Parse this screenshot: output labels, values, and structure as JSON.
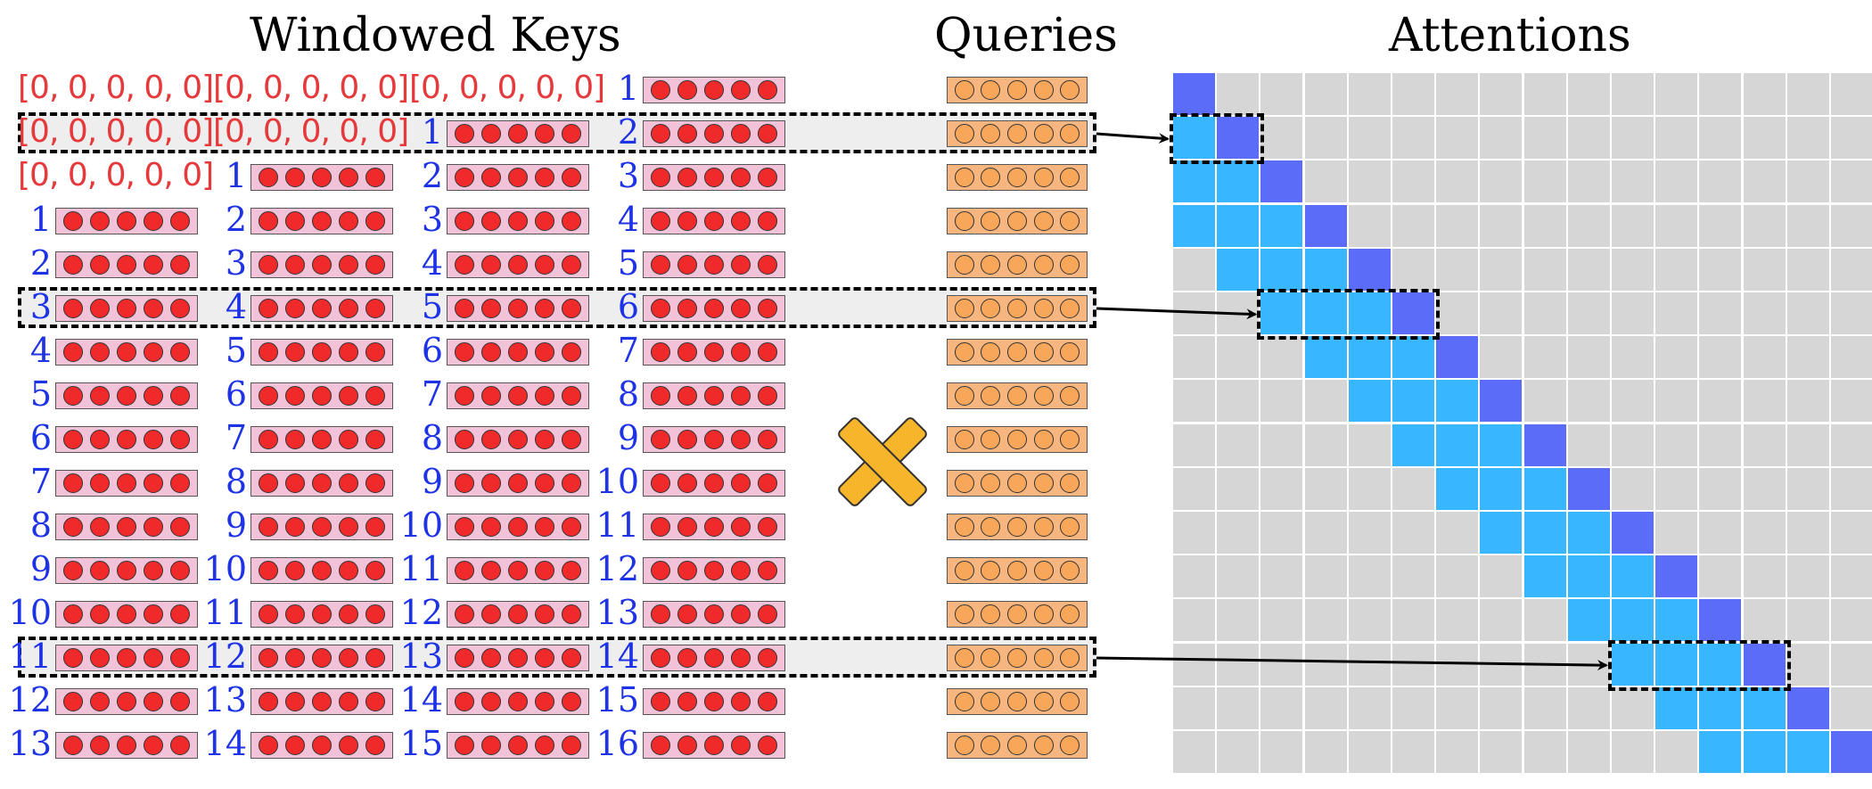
{
  "titles": {
    "keys": "Windowed Keys",
    "queries": "Queries",
    "attentions": "Attentions"
  },
  "pad_text": "[0, 0, 0, 0, 0]",
  "rows": [
    [
      "[0, 0, 0, 0, 0]",
      "[0, 0, 0, 0, 0]",
      "[0, 0, 0, 0, 0]",
      "1"
    ],
    [
      "[0, 0, 0, 0, 0]",
      "[0, 0, 0, 0, 0]",
      "1",
      "2"
    ],
    [
      "[0, 0, 0, 0, 0]",
      "1",
      "2",
      "3"
    ],
    [
      "1",
      "2",
      "3",
      "4"
    ],
    [
      "2",
      "3",
      "4",
      "5"
    ],
    [
      "3",
      "4",
      "5",
      "6"
    ],
    [
      "4",
      "5",
      "6",
      "7"
    ],
    [
      "5",
      "6",
      "7",
      "8"
    ],
    [
      "6",
      "7",
      "8",
      "9"
    ],
    [
      "7",
      "8",
      "9",
      "10"
    ],
    [
      "8",
      "9",
      "10",
      "11"
    ],
    [
      "9",
      "10",
      "11",
      "12"
    ],
    [
      "10",
      "11",
      "12",
      "13"
    ],
    [
      "11",
      "12",
      "13",
      "14"
    ],
    [
      "12",
      "13",
      "14",
      "15"
    ],
    [
      "13",
      "14",
      "15",
      "16"
    ]
  ],
  "highlighted_rows": [
    1,
    5,
    13
  ],
  "window_size": 4,
  "grid_size": 16,
  "colors": {
    "pad_text": "#e5393b",
    "index_text": "#1e32e6",
    "key_fill": "#f2c2d8",
    "key_dot": "#f02a2a",
    "query_fill": "#f7b67f",
    "query_dot": "#f7a65a",
    "grid_bg": "#d6d6d6",
    "grid_line": "#ffffff",
    "attn_window": "#38b6ff",
    "attn_diag": "#5a6cf8",
    "times_icon": "#f7b52c"
  },
  "icons": {
    "operator": "times-icon"
  }
}
